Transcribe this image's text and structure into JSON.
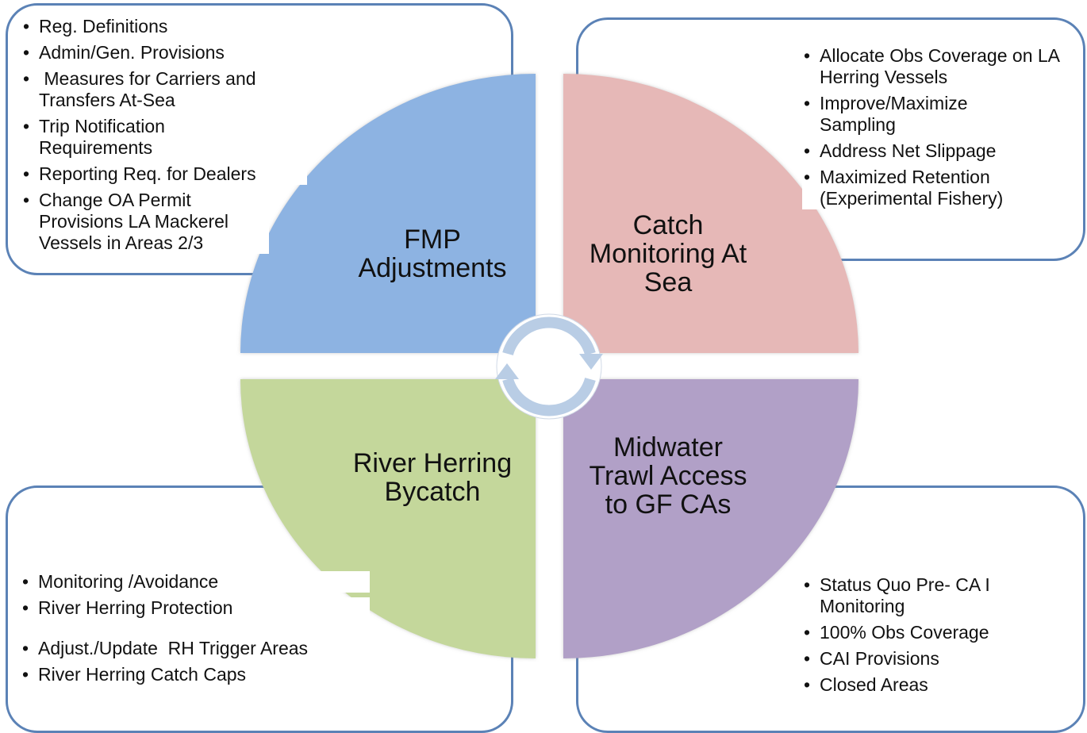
{
  "quadrants": {
    "top_left": {
      "label_lines": [
        "FMP",
        "Adjustments"
      ],
      "color": "#8db3e2",
      "bullets": [
        "Reg. Definitions",
        "Admin/Gen. Provisions",
        " Measures for Carriers and Transfers At-Sea",
        "Trip Notification Requirements",
        "Reporting Req. for Dealers",
        "Change OA Permit Provisions LA Mackerel Vessels in Areas 2/3"
      ]
    },
    "top_right": {
      "label_lines": [
        "Catch",
        "Monitoring At",
        "Sea"
      ],
      "color": "#e6b8b7",
      "bullets": [
        "Allocate Obs Coverage on LA Herring Vessels",
        "Improve/Maximize Sampling",
        "Address Net Slippage",
        "Maximized Retention (Experimental Fishery)"
      ]
    },
    "bottom_left": {
      "label_lines": [
        "River Herring",
        "Bycatch"
      ],
      "color": "#c4d79b",
      "bullets": [
        "Monitoring /Avoidance",
        "River Herring Protection",
        "Adjust./Update  RH Trigger Areas",
        "River Herring Catch Caps"
      ]
    },
    "bottom_right": {
      "label_lines": [
        "Midwater",
        "Trawl Access",
        "to GF CAs"
      ],
      "color": "#b1a0c7",
      "bullets": [
        "Status Quo Pre- CA I Monitoring",
        "100% Obs Coverage",
        "CAI Provisions",
        "Closed Areas"
      ]
    }
  },
  "center": {
    "icon": "cycle-arrows-icon",
    "color": "#b9cde5"
  },
  "border_color": "#5b82b6"
}
